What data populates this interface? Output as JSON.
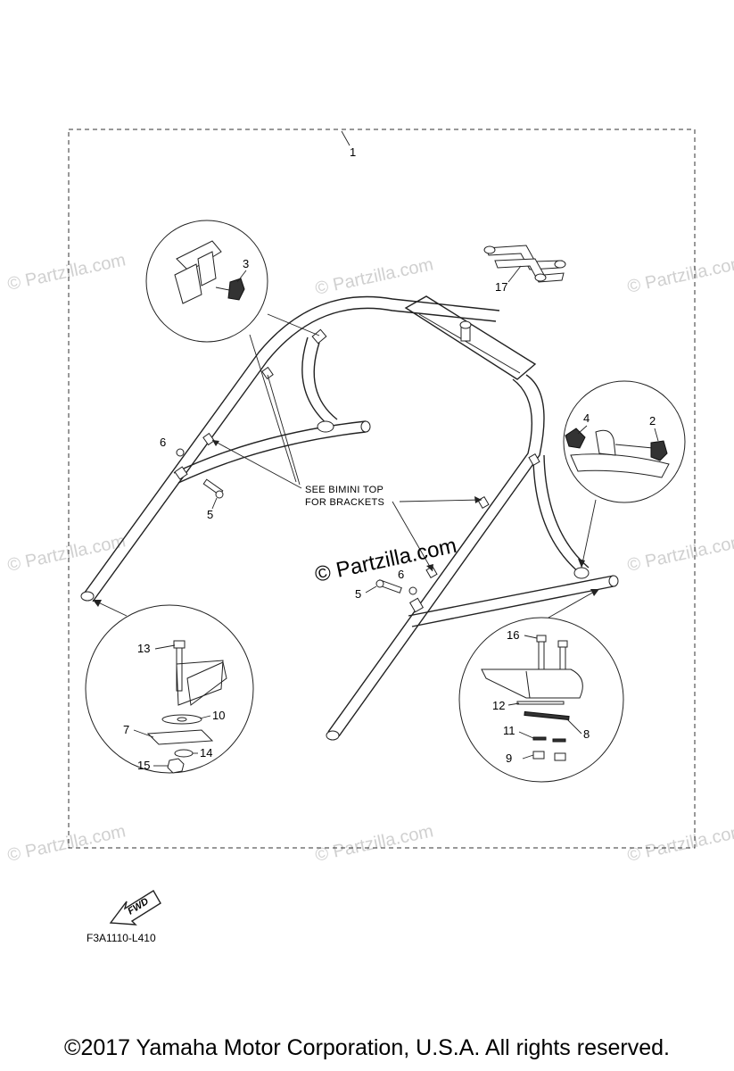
{
  "diagram": {
    "assembly_callout": "1",
    "callouts": [
      "2",
      "3",
      "4",
      "5",
      "5",
      "6",
      "6",
      "7",
      "8",
      "9",
      "10",
      "11",
      "12",
      "13",
      "14",
      "15",
      "16",
      "17"
    ],
    "note": {
      "line1": "SEE BIMINI TOP",
      "line2": "FOR BRACKETS"
    },
    "watermark_text": "© Partzilla.com",
    "figure_code": "F3A1110-L410",
    "fwd_label": "FWD"
  },
  "footer": {
    "copyright": "©2017  Yamaha Motor Corporation, U.S.A. All rights reserved."
  },
  "colors": {
    "line": "#222222",
    "watermark": "#d0d0d0"
  }
}
